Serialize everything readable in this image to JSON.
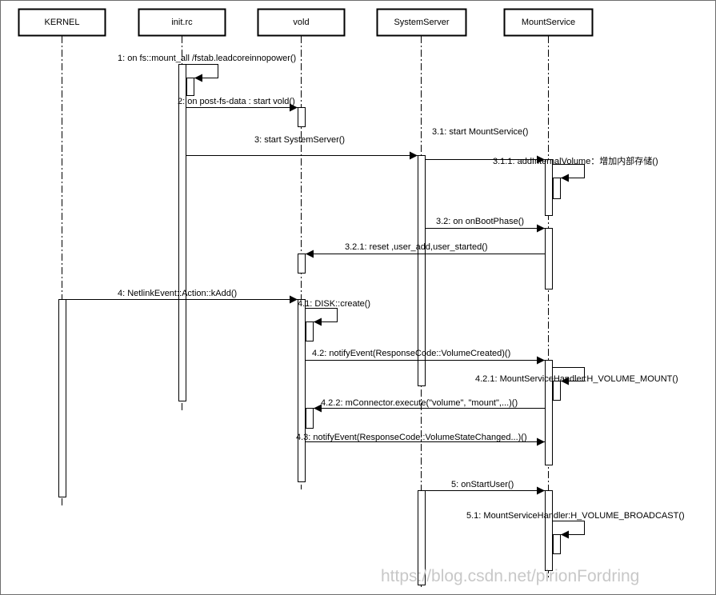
{
  "participants": [
    {
      "id": "kernel",
      "label": "KERNEL"
    },
    {
      "id": "initrc",
      "label": "init.rc"
    },
    {
      "id": "vold",
      "label": "vold"
    },
    {
      "id": "systemserver",
      "label": "SystemServer"
    },
    {
      "id": "mountservice",
      "label": "MountService"
    }
  ],
  "messages": [
    {
      "id": "m1",
      "label": "1: on fs::mount_all /fstab.leadcoreinnopower()"
    },
    {
      "id": "m2",
      "label": "2: on post-fs-data : start vold()"
    },
    {
      "id": "m3",
      "label": "3: start SystemServer()"
    },
    {
      "id": "m31",
      "label": "3.1: start MountService()"
    },
    {
      "id": "m311",
      "label": "3.1.1: addInternalVolume：增加内部存储()"
    },
    {
      "id": "m32",
      "label": "3.2: on onBootPhase()"
    },
    {
      "id": "m321",
      "label": "3.2.1: reset ,user_add,user_started()"
    },
    {
      "id": "m4",
      "label": "4: NetlinkEvent::Action::kAdd()"
    },
    {
      "id": "m41",
      "label": "4.1: DISK::create()"
    },
    {
      "id": "m42",
      "label": "4.2: notifyEvent(ResponseCode::VolumeCreated)()"
    },
    {
      "id": "m421",
      "label": "4.2.1: MountServiceHandler:H_VOLUME_MOUNT()"
    },
    {
      "id": "m422",
      "label": "4.2.2: mConnector.execute(\"volume\", \"mount\",...)()"
    },
    {
      "id": "m43",
      "label": "4.3: notifyEvent(ResponseCode::VolumeStateChanged...)()"
    },
    {
      "id": "m5",
      "label": "5: onStartUser()"
    },
    {
      "id": "m51",
      "label": "5.1: MountServiceHandler:H_VOLUME_BROADCAST()"
    }
  ],
  "watermark": "https://blog.csdn.net/pirionFordring"
}
